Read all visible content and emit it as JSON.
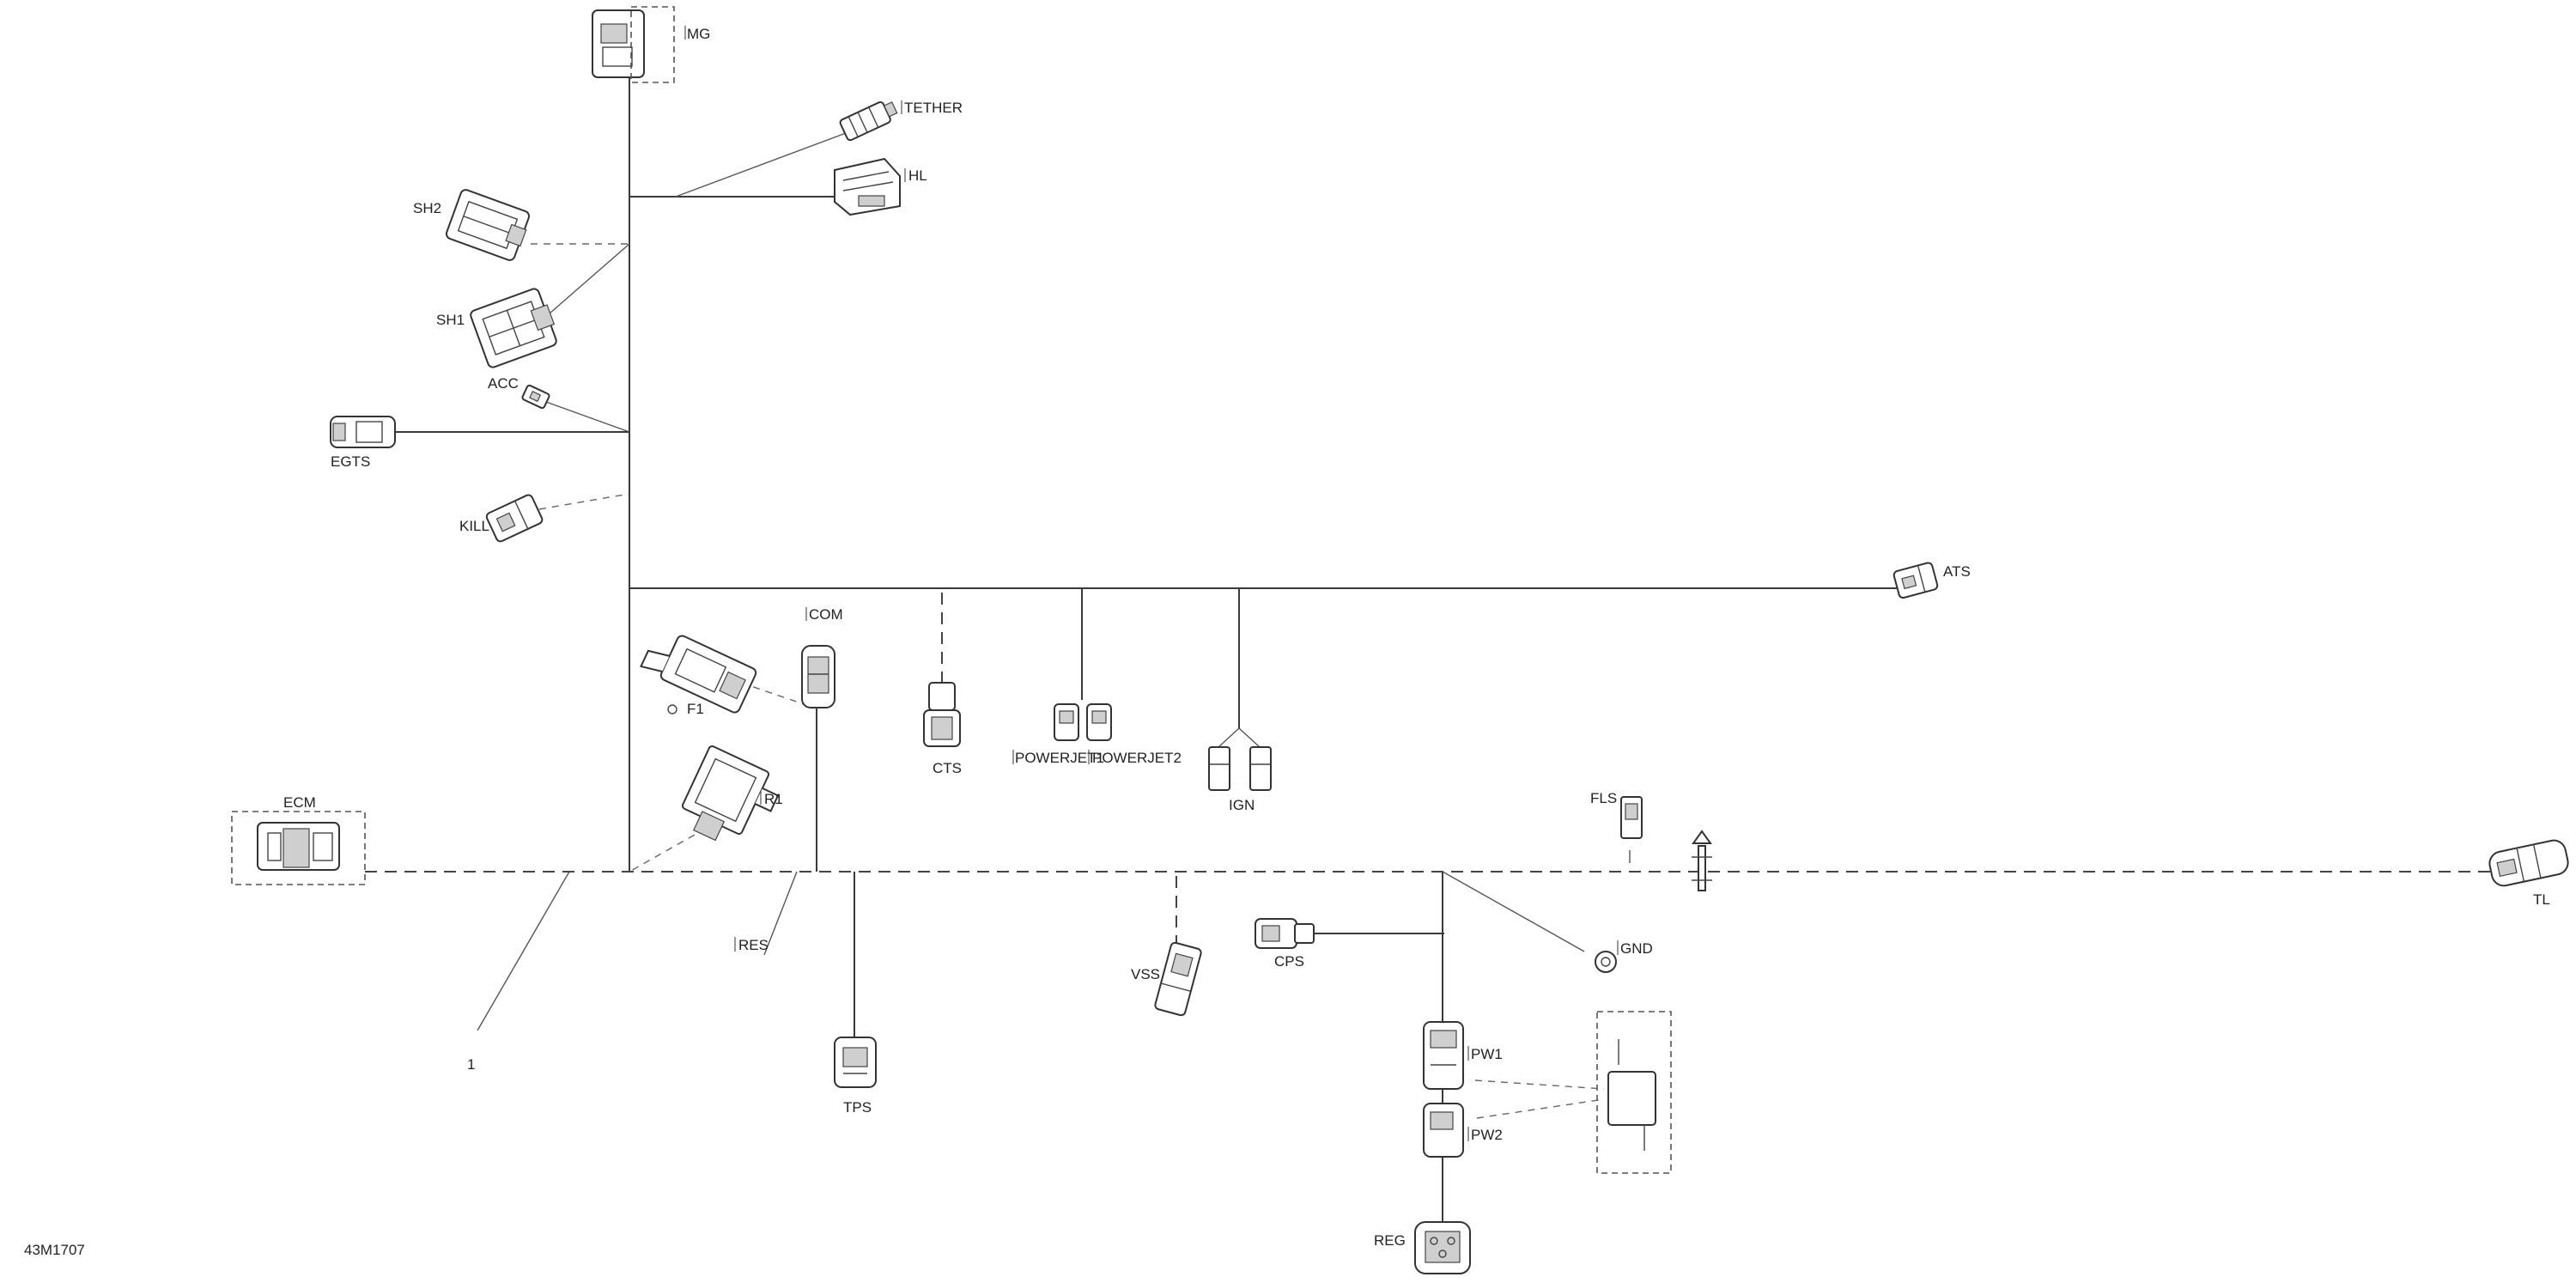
{
  "figure_id": "43M1707",
  "callout": "1",
  "connectors": {
    "mg": "MG",
    "tether": "TETHER",
    "hl": "HL",
    "sh2": "SH2",
    "sh1": "SH1",
    "acc": "ACC",
    "egts": "EGTS",
    "kill": "KILL",
    "ats": "ATS",
    "com": "COM",
    "f1": "F1",
    "cts": "CTS",
    "powerjet1": "POWERJET1",
    "powerjet2": "POWERJET2",
    "ign": "IGN",
    "r1": "R1",
    "ecm": "ECM",
    "res": "RES",
    "fls": "FLS",
    "vss": "VSS",
    "cps": "CPS",
    "gnd": "GND",
    "tps": "TPS",
    "pw1": "PW1",
    "pw2": "PW2",
    "reg": "REG",
    "tl": "TL"
  },
  "colors": {
    "line": "#3a3a3a",
    "background": "#ffffff"
  }
}
